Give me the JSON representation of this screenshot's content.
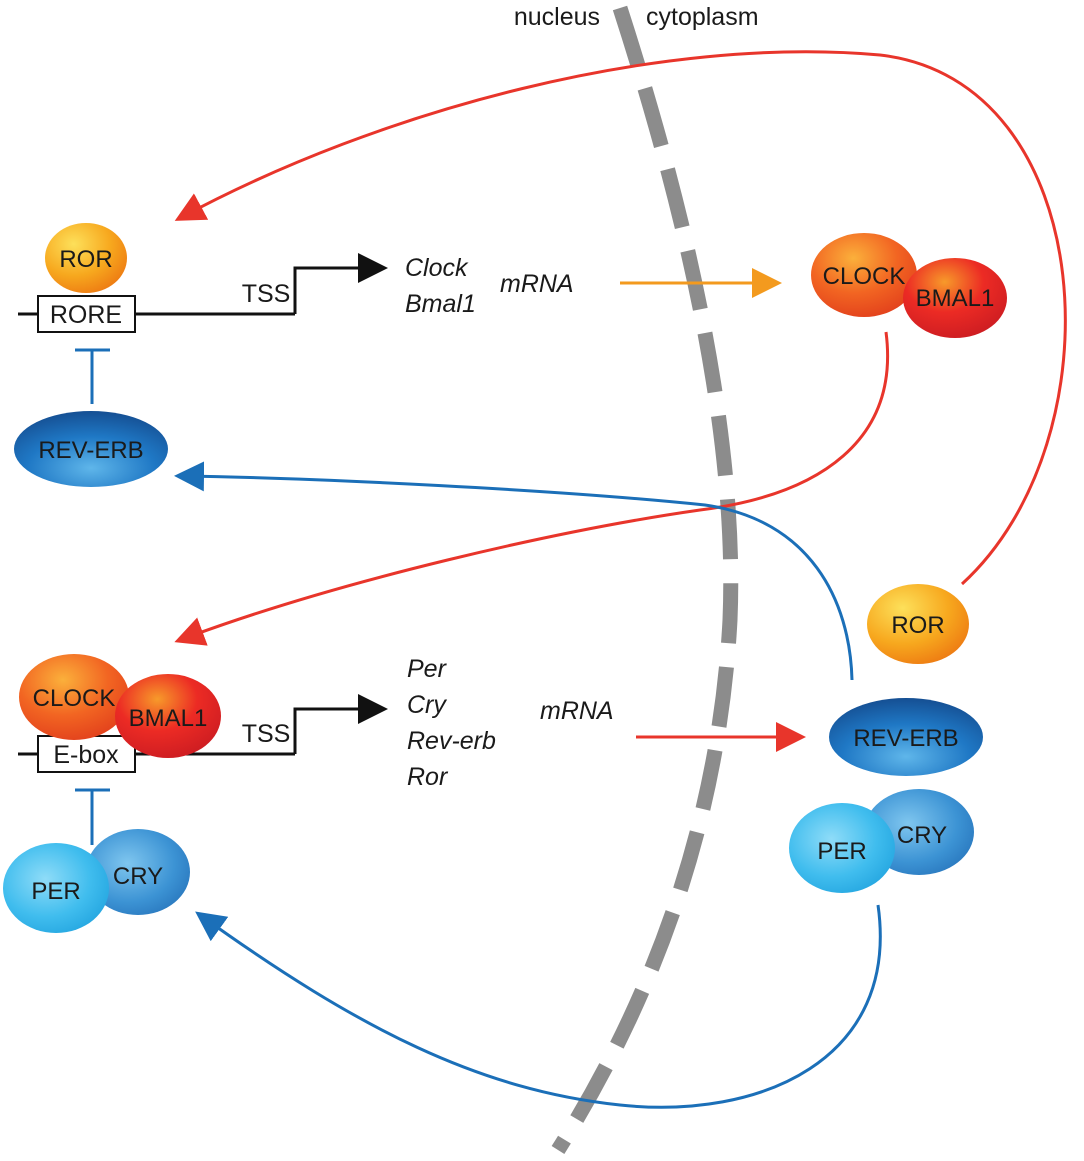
{
  "compartments": {
    "left": "nucleus",
    "right": "cytoplasm"
  },
  "top_cassette": {
    "activator": "ROR",
    "element": "RORE",
    "repressor": "REV-ERB",
    "tss": "TSS",
    "genes": [
      "Clock",
      "Bmal1"
    ],
    "mrna": "mRNA"
  },
  "bottom_cassette": {
    "activator_a": "CLOCK",
    "activator_b": "BMAL1",
    "element": "E-box",
    "repressor_a": "PER",
    "repressor_b": "CRY",
    "tss": "TSS",
    "genes": [
      "Per",
      "Cry",
      "Rev-erb",
      "Ror"
    ],
    "mrna": "mRNA"
  },
  "cytoplasm": {
    "clock": "CLOCK",
    "bmal1": "BMAL1",
    "ror": "ROR",
    "reverb": "REV-ERB",
    "per": "PER",
    "cry": "CRY"
  },
  "colors": {
    "activation": "#e8352b",
    "repression": "#1b6fb8",
    "translation_orange": "#f39a1e",
    "membrane": "#8c8c8c"
  }
}
